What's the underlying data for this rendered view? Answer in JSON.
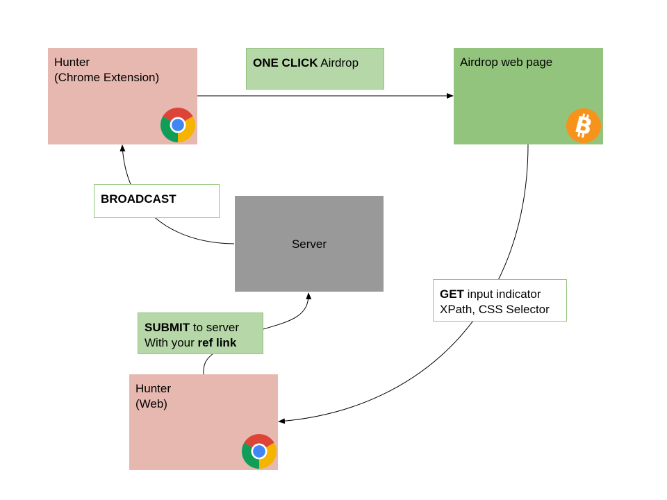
{
  "nodes": {
    "hunter_extension": {
      "line1": "Hunter",
      "line2": "(Chrome Extension)"
    },
    "airdrop_page": {
      "label": "Airdrop web page"
    },
    "server": {
      "label": "Server"
    },
    "hunter_web": {
      "line1": "Hunter",
      "line2": "(Web)"
    }
  },
  "labels": {
    "one_click": {
      "bold": "ONE CLICK",
      "rest": " Airdrop"
    },
    "broadcast": {
      "bold": "BROADCAST"
    },
    "get": {
      "bold": "GET",
      "rest": " input indicator",
      "line2": "XPath, CSS Selector"
    },
    "submit": {
      "bold1": "SUBMIT",
      "rest1": " to server",
      "pre2": "With your ",
      "bold2": "ref link"
    }
  },
  "icons": {
    "chrome": "chrome-icon",
    "bitcoin": "bitcoin-icon"
  },
  "colors": {
    "hunter": "#e6b8af",
    "airdrop": "#93c47d",
    "server": "#999999",
    "label_fill": "#b6d7a8",
    "label_border": "#93c47d",
    "bitcoin": "#f7931a"
  }
}
